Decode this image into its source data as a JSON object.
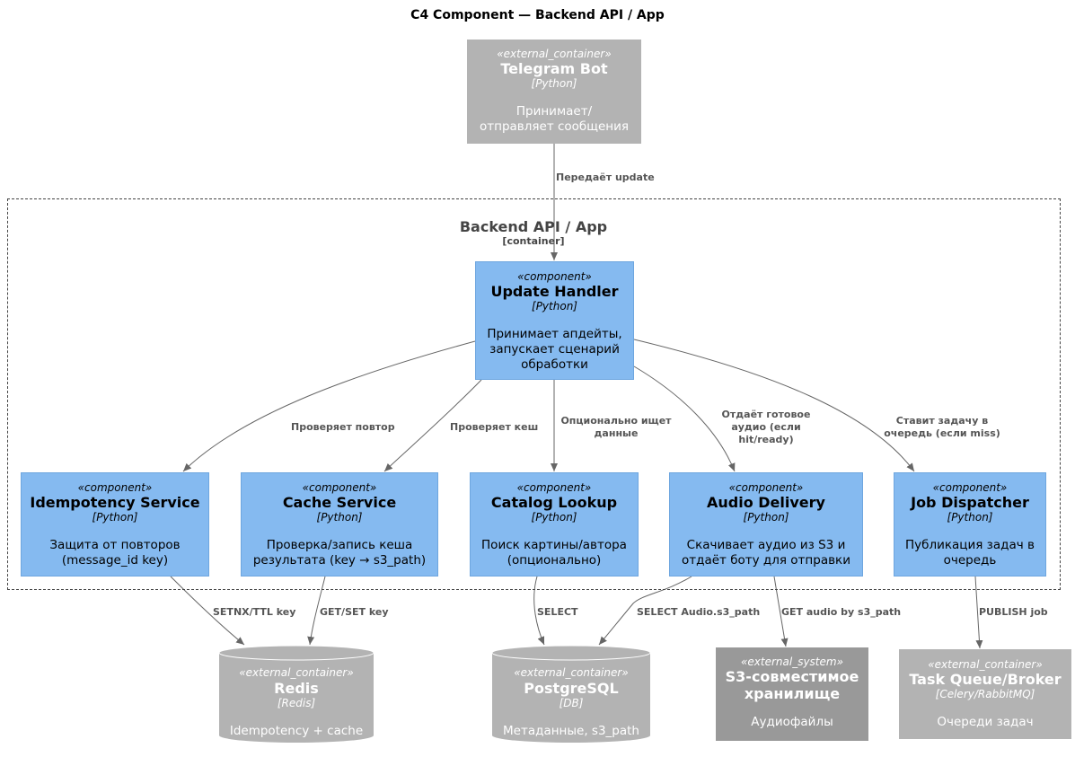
{
  "title": "C4 Component — Backend API / App",
  "boundary": {
    "name": "Backend API / App",
    "type": "[container]"
  },
  "nodes": {
    "telegram": {
      "stereotype": "«external_container»",
      "name": "Telegram Bot",
      "tech": "[Python]",
      "desc": "Принимает/отправляет сообщения"
    },
    "update_handler": {
      "stereotype": "«component»",
      "name": "Update Handler",
      "tech": "[Python]",
      "desc": "Принимает апдейты, запускает сценарий обработки"
    },
    "idempotency": {
      "stereotype": "«component»",
      "name": "Idempotency Service",
      "tech": "[Python]",
      "desc": "Защита от повторов (message_id key)"
    },
    "cache": {
      "stereotype": "«component»",
      "name": "Cache Service",
      "tech": "[Python]",
      "desc": "Проверка/запись кеша результата (key → s3_path)"
    },
    "catalog": {
      "stereotype": "«component»",
      "name": "Catalog Lookup",
      "tech": "[Python]",
      "desc": "Поиск картины/автора (опционально)"
    },
    "audio": {
      "stereotype": "«component»",
      "name": "Audio Delivery",
      "tech": "[Python]",
      "desc": "Скачивает аудио из S3 и отдаёт боту для отправки"
    },
    "job": {
      "stereotype": "«component»",
      "name": "Job Dispatcher",
      "tech": "[Python]",
      "desc": "Публикация задач в очередь"
    },
    "redis": {
      "stereotype": "«external_container»",
      "name": "Redis",
      "tech": "[Redis]",
      "desc": "Idempotency + cache"
    },
    "postgres": {
      "stereotype": "«external_container»",
      "name": "PostgreSQL",
      "tech": "[DB]",
      "desc": "Метаданные, s3_path"
    },
    "s3": {
      "stereotype": "«external_system»",
      "name": "S3-совместимое хранилище",
      "desc": "Аудиофайлы"
    },
    "queue": {
      "stereotype": "«external_container»",
      "name": "Task Queue/Broker",
      "tech": "[Celery/RabbitMQ]",
      "desc": "Очереди задач"
    }
  },
  "edges": {
    "tg_uh": "Передаёт update",
    "uh_idem": "Проверяет повтор",
    "uh_cache": "Проверяет кеш",
    "uh_catalog": "Опционально ищет данные",
    "uh_audio": "Отдаёт готовое аудио (если hit/ready)",
    "uh_job": "Ставит задачу в очередь (если miss)",
    "idem_redis": "SETNX/TTL key",
    "cache_redis": "GET/SET key",
    "catalog_pg": "SELECT",
    "audio_pg": "SELECT Audio.s3_path",
    "audio_s3": "GET audio by s3_path",
    "job_queue": "PUBLISH job"
  },
  "colors": {
    "component": "#85baf0",
    "external": "#b3b3b3",
    "external_system": "#999999",
    "edge": "#666666"
  }
}
